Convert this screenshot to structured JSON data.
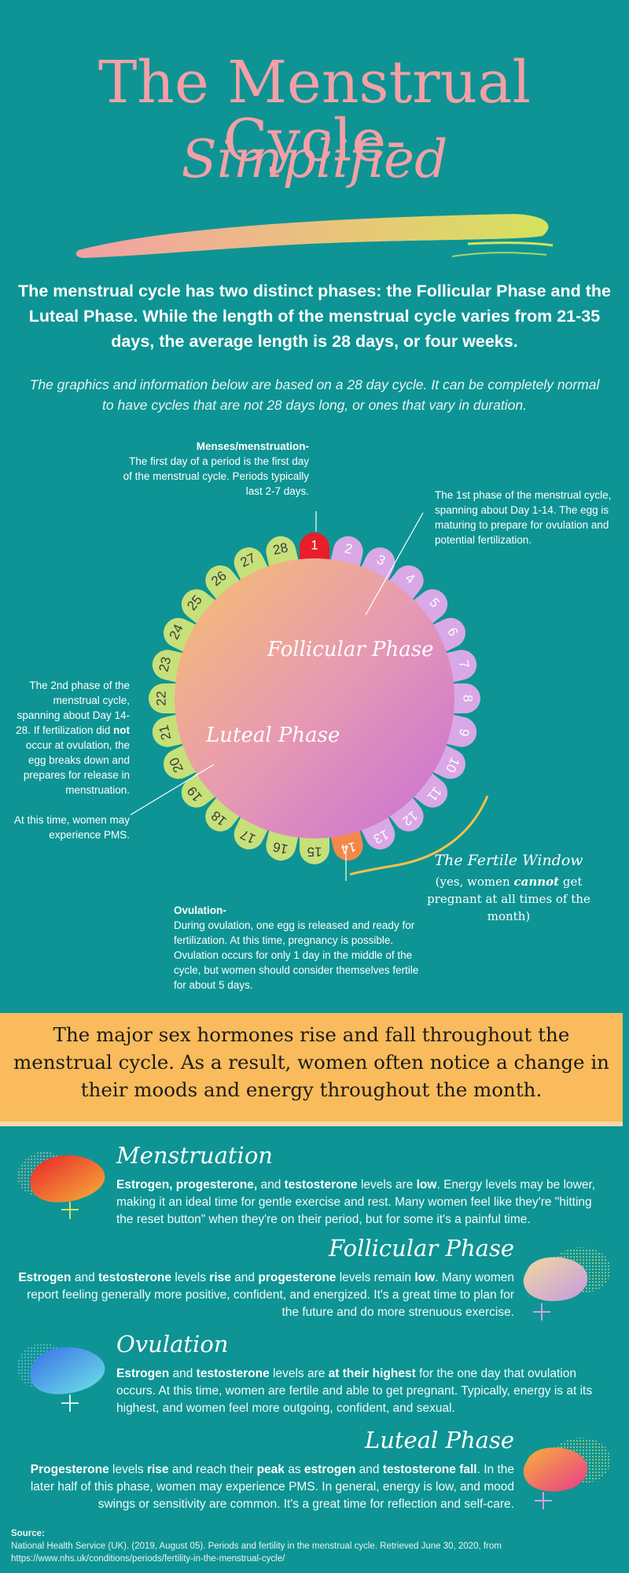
{
  "title": {
    "line1": "The Menstrual Cycle-",
    "line2": "Simplified"
  },
  "intro": "The menstrual cycle has two distinct phases: the Follicular Phase and the Luteal Phase. While the length of the menstrual cycle varies from 21-35 days, the average length is 28 days, or four weeks.",
  "subintro": "The graphics and information below are based on a 28 day cycle. It can be completely normal to have cycles that are not 28 days long, or ones that vary in duration.",
  "wheel": {
    "follicular_label": "Follicular Phase",
    "luteal_label": "Luteal Phase",
    "days": [
      {
        "day": "1",
        "color": "#e81e2a",
        "text": "#ffffff"
      },
      {
        "day": "2",
        "color": "#d9a8e6",
        "text": "#ffffff"
      },
      {
        "day": "3",
        "color": "#d9a8e6",
        "text": "#ffffff"
      },
      {
        "day": "4",
        "color": "#d9a8e6",
        "text": "#ffffff"
      },
      {
        "day": "5",
        "color": "#d9a8e6",
        "text": "#ffffff"
      },
      {
        "day": "6",
        "color": "#d9a8e6",
        "text": "#ffffff"
      },
      {
        "day": "7",
        "color": "#d9a8e6",
        "text": "#ffffff"
      },
      {
        "day": "8",
        "color": "#d9a8e6",
        "text": "#ffffff"
      },
      {
        "day": "9",
        "color": "#d9a8e6",
        "text": "#ffffff"
      },
      {
        "day": "10",
        "color": "#d9a8e6",
        "text": "#ffffff"
      },
      {
        "day": "11",
        "color": "#d9a8e6",
        "text": "#ffffff"
      },
      {
        "day": "12",
        "color": "#d9a8e6",
        "text": "#ffffff"
      },
      {
        "day": "13",
        "color": "#d9a8e6",
        "text": "#ffffff"
      },
      {
        "day": "14",
        "color": "#f5874a",
        "text": "#ffffff"
      },
      {
        "day": "15",
        "color": "#c6e07a",
        "text": "#3a3a3a"
      },
      {
        "day": "16",
        "color": "#c6e07a",
        "text": "#3a3a3a"
      },
      {
        "day": "17",
        "color": "#c6e07a",
        "text": "#3a3a3a"
      },
      {
        "day": "18",
        "color": "#c6e07a",
        "text": "#3a3a3a"
      },
      {
        "day": "19",
        "color": "#c6e07a",
        "text": "#3a3a3a"
      },
      {
        "day": "20",
        "color": "#c6e07a",
        "text": "#3a3a3a"
      },
      {
        "day": "21",
        "color": "#c6e07a",
        "text": "#3a3a3a"
      },
      {
        "day": "22",
        "color": "#c6e07a",
        "text": "#3a3a3a"
      },
      {
        "day": "23",
        "color": "#c6e07a",
        "text": "#3a3a3a"
      },
      {
        "day": "24",
        "color": "#c6e07a",
        "text": "#3a3a3a"
      },
      {
        "day": "25",
        "color": "#c6e07a",
        "text": "#3a3a3a"
      },
      {
        "day": "26",
        "color": "#c6e07a",
        "text": "#3a3a3a"
      },
      {
        "day": "27",
        "color": "#c6e07a",
        "text": "#3a3a3a"
      },
      {
        "day": "28",
        "color": "#c6e07a",
        "text": "#3a3a3a"
      }
    ]
  },
  "notes": {
    "menses_title": "Menses/menstruation-",
    "menses_body": "The first day of a period is the first day of the menstrual cycle. Periods typically last 2-7 days.",
    "follicular": "The 1st phase of the menstrual cycle, spanning about Day 1-14. The egg is maturing to prepare for ovulation and potential fertilization.",
    "luteal_a": "The 2nd phase of the menstrual cycle, spanning about Day 14-28. If fertilization did ",
    "luteal_not": "not",
    "luteal_b": " occur at ovulation, the egg breaks down and prepares for release in menstruation.",
    "luteal_pms": "At this time, women may experience PMS.",
    "ovulation_title": "Ovulation-",
    "ovulation_body": "During ovulation, one egg is released and ready for fertilization. At this time, pregnancy is possible. Ovulation occurs for only 1 day in the middle of the cycle, but women should consider themselves fertile for about 5 days.",
    "fertile_title": "The Fertile Window",
    "fertile_a": "(yes, women ",
    "fertile_cannot": "cannot",
    "fertile_b": " get pregnant at all times of the month)"
  },
  "banner": "The major sex hormones rise and fall throughout the menstrual cycle. As a result, women often notice a change in their moods and energy throughout the month.",
  "hormones": {
    "menstruation": {
      "title": "Menstruation",
      "p1": "Estrogen, progesterone,",
      "p2": " and ",
      "p3": "testosterone",
      "p4": " levels are ",
      "p5": "low",
      "p6": ". Energy levels may be lower, making it an ideal time for gentle exercise and rest. Many women feel like they're \"hitting the reset button\" when they're on their period, but for some it's a painful time."
    },
    "follicular": {
      "title": "Follicular Phase",
      "p1": "Estrogen",
      "p2": " and ",
      "p3": "testosterone",
      "p4": " levels ",
      "p5": "rise",
      "p6": " and ",
      "p7": "progesterone",
      "p8": " levels remain ",
      "p9": "low",
      "p10": ". Many women report feeling generally more positive, confident, and energized. It's a great time to plan for the future and do more strenuous exercise."
    },
    "ovulation": {
      "title": "Ovulation",
      "p1": "Estrogen",
      "p2": " and ",
      "p3": "testosterone",
      "p4": " levels are ",
      "p5": "at their highest",
      "p6": " for the one day that ovulation occurs. At this time, women are fertile and able to get pregnant. Typically, energy is at its highest, and women feel more outgoing, confident, and sexual."
    },
    "luteal": {
      "title": "Luteal Phase",
      "p1": "Progesterone",
      "p2": " levels ",
      "p3": "rise",
      "p4": " and reach their ",
      "p5": "peak",
      "p6": " as ",
      "p7": "estrogen",
      "p8": " and ",
      "p9": "testosterone fall",
      "p10": ". In the later half of this phase, women may experience PMS. In general, energy is low, and mood swings or sensitivity are common. It's a great time for reflection and self-care."
    }
  },
  "source": {
    "label": "Source:",
    "text": "National Health Service (UK). (2019, August 05). Periods and fertility in the menstrual cycle. Retrieved June 30, 2020, from https://www.nhs.uk/conditions/periods/fertility-in-the-menstrual-cycle/"
  },
  "colors": {
    "background": "#0e9494",
    "title": "#f3a0a6",
    "banner": "#f9bb5b"
  }
}
